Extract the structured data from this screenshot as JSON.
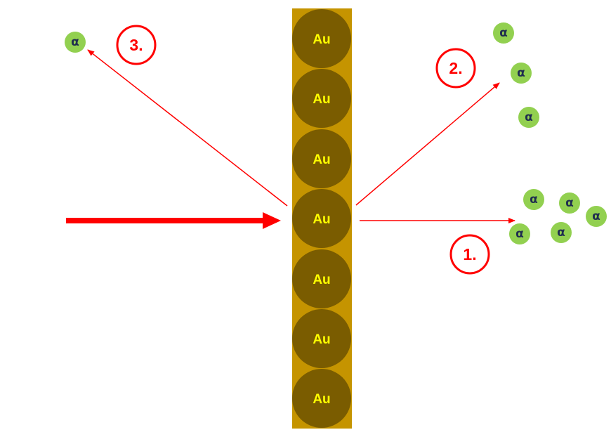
{
  "colors": {
    "foil": "#c59400",
    "atom": "#7a5c00",
    "atom_text": "#ffff00",
    "alpha_fill": "#92d050",
    "alpha_text": "#1f2d4f",
    "arrow": "#ff0000",
    "badge_ring": "#ff0000",
    "badge_text": "#ff0000",
    "background": "#ffffff"
  },
  "foil": {
    "atoms": [
      {
        "label": "Au"
      },
      {
        "label": "Au"
      },
      {
        "label": "Au"
      },
      {
        "label": "Au"
      },
      {
        "label": "Au"
      },
      {
        "label": "Au"
      },
      {
        "label": "Au"
      }
    ]
  },
  "paths": [
    {
      "label": "1."
    },
    {
      "label": "2."
    },
    {
      "label": "3."
    }
  ],
  "particles": [
    {
      "label": "α",
      "group": "path-3"
    },
    {
      "label": "α",
      "group": "path-2"
    },
    {
      "label": "α",
      "group": "path-2"
    },
    {
      "label": "α",
      "group": "path-2"
    },
    {
      "label": "α",
      "group": "path-1"
    },
    {
      "label": "α",
      "group": "path-1"
    },
    {
      "label": "α",
      "group": "path-1"
    },
    {
      "label": "α",
      "group": "path-1"
    },
    {
      "label": "α",
      "group": "path-1"
    }
  ]
}
